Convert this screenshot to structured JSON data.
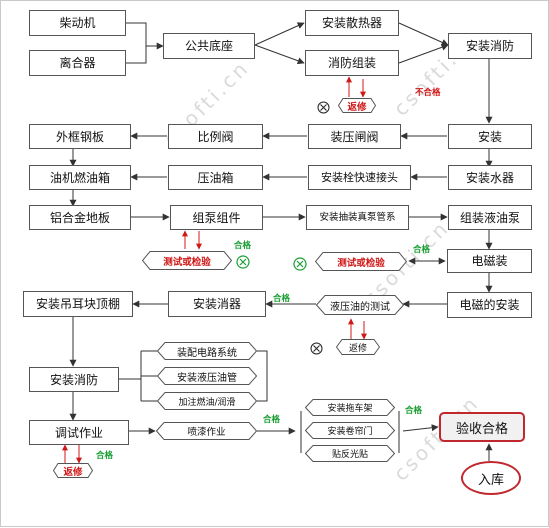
{
  "nodes": {
    "diesel_engine": "柴动机",
    "clutch": "离合器",
    "common_base": "公共底座",
    "install_radiator": "安装散热器",
    "fire_assembly": "消防组装",
    "install_fire_top": "安装消防",
    "install": "安装",
    "install_pressure_valve": "装压闸阀",
    "proportional_valve": "比例阀",
    "outer_frame": "外框钢板",
    "quick_connector": "安装栓快速接头",
    "pressure_box": "压油箱",
    "fuel_tank": "油机燃油箱",
    "install_water": "安装水器",
    "aluminum_floor": "铝合金地板",
    "pump_assembly": "组泵组件",
    "vacuum_pipe": "安装抽装真泵管系",
    "hydraulic_pump": "组装液油泵",
    "solenoid": "电磁装",
    "solenoid_install": "电磁的安装",
    "hydraulic_test": "液压油的测试",
    "install_muffler": "安装消器",
    "lifting_ceiling": "安装吊耳块顶棚",
    "install_fire_left": "安装消防",
    "debug_work": "调试作业",
    "electrical": "装配电路系统",
    "hydraulic_pipe": "安装液压油管",
    "refuel": "加注燃油/润滑",
    "paint": "喷漆作业",
    "trailer": "安装拖车架",
    "curtain_door": "安装卷帘门",
    "labels": "贴反光贴",
    "acceptance": "验收合格",
    "storage": "入库"
  },
  "annotations": {
    "rework_1": "返修",
    "unqualified": "不合格",
    "test_inspect_1": "测试或检验",
    "qualified_1": "合格",
    "test_inspect_2": "测试或检验",
    "qualified_2": "合格",
    "qualified_3": "合格",
    "rework_2": "返修",
    "rework_3": "返修",
    "qualified_4": "合格",
    "qualified_5": "合格",
    "qualified_6": "合格"
  },
  "watermark": "csofti.cn",
  "colors": {
    "arrow": "#333333",
    "red": "#d01818",
    "green": "#1a9e34",
    "accent_border": "#c0282d"
  }
}
